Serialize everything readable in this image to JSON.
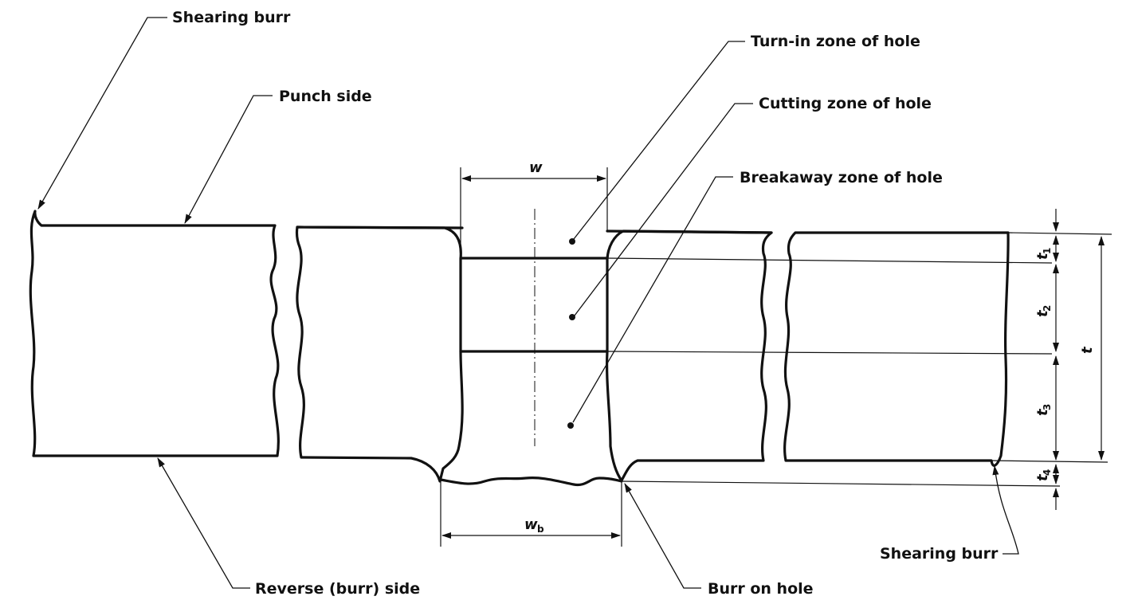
{
  "labels": {
    "shearing_burr_top": "Shearing burr",
    "punch_side": "Punch side",
    "turn_in_zone": "Turn-in zone of hole",
    "cutting_zone": "Cutting zone of hole",
    "breakaway_zone": "Breakaway zone of hole",
    "reverse_side": "Reverse (burr) side",
    "burr_on_hole": "Burr on hole",
    "shearing_burr_bottom": "Shearing burr"
  },
  "dimensions": {
    "w": "w",
    "wb_base": "w",
    "wb_sub": "b",
    "t": "t",
    "t_base": "t",
    "t1_sub": "1",
    "t2_sub": "2",
    "t3_sub": "3",
    "t4_sub": "4"
  },
  "colors": {
    "line": "#111111",
    "background": "#ffffff"
  }
}
